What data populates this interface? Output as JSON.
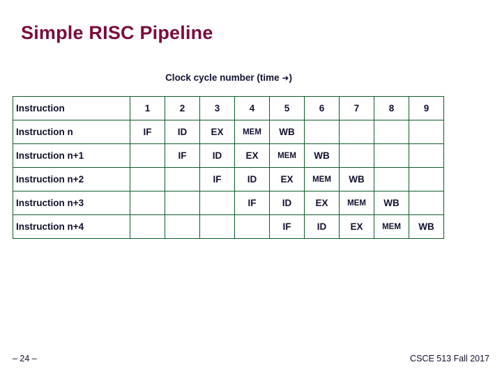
{
  "slide": {
    "title": "Simple RISC Pipeline",
    "caption_prefix": "Clock cycle number  (time ",
    "caption_arrow": "➜",
    "caption_suffix": ")",
    "footer_left": "– 24 –",
    "footer_right": "CSCE 513 Fall 2017",
    "title_color": "#7b0c3b",
    "border_color": "#0d5c2a",
    "text_color": "#10102e"
  },
  "table": {
    "header": {
      "instruction_label": "Instruction",
      "cycles": [
        "1",
        "2",
        "3",
        "4",
        "5",
        "6",
        "7",
        "8",
        "9"
      ]
    },
    "rows": [
      {
        "label": "Instruction n",
        "cells": [
          "IF",
          "ID",
          "EX",
          "MEM",
          "WB",
          "",
          "",
          "",
          ""
        ]
      },
      {
        "label": "Instruction n+1",
        "cells": [
          "",
          "IF",
          "ID",
          "EX",
          "MEM",
          "WB",
          "",
          "",
          ""
        ]
      },
      {
        "label": "Instruction n+2",
        "cells": [
          "",
          "",
          "IF",
          "ID",
          "EX",
          "MEM",
          "WB",
          "",
          ""
        ]
      },
      {
        "label": "Instruction n+3",
        "cells": [
          "",
          "",
          "",
          "IF",
          "ID",
          "EX",
          "MEM",
          "WB",
          ""
        ]
      },
      {
        "label": "Instruction n+4",
        "cells": [
          "",
          "",
          "",
          "",
          "IF",
          "ID",
          "EX",
          "MEM",
          "WB"
        ]
      }
    ]
  }
}
